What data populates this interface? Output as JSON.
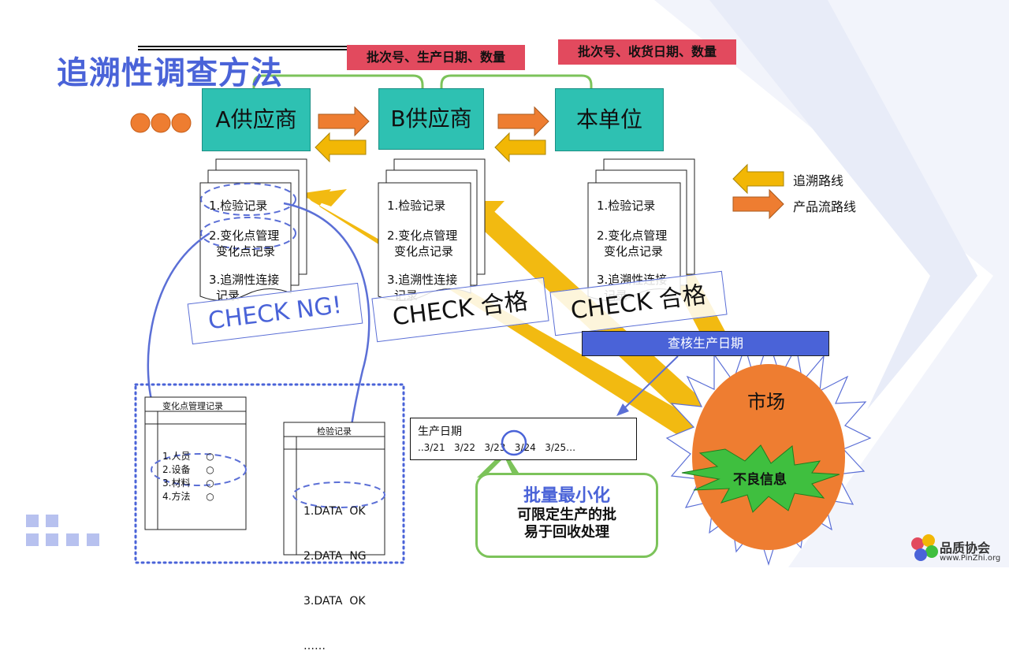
{
  "title": "追溯性调查方法",
  "labels": {
    "lot_info_1": "批次号、生产日期、数量",
    "lot_info_2": "批次号、收货日期、数量"
  },
  "entities": {
    "supplier_a": "A供应商",
    "supplier_b": "B供应商",
    "our_unit": "本单位"
  },
  "records": {
    "item1": "1.检验记录",
    "item2a": "2.变化点管理",
    "item2b": "变化点记录",
    "item3a": "3.追溯性连接",
    "item3b": "记录"
  },
  "checks": {
    "a": "CHECK NG!",
    "b": "CHECK 合格",
    "c": "CHECK 合格"
  },
  "legend": {
    "trace": "追溯路线",
    "flow": "产品流路线"
  },
  "check_date": "查核生产日期",
  "market": "市场",
  "defect": "不良信息",
  "production_date": {
    "label": "生产日期",
    "dates": "..3/21   3/22   3/23   3/24   3/25…"
  },
  "change_record": {
    "title": "变化点管理记录",
    "items": [
      "1.人员",
      "2.设备",
      "3.材料",
      "4.方法"
    ],
    "mark": "○"
  },
  "inspection_record": {
    "title": "检验记录",
    "items": [
      "1.DATA  OK",
      "2.DATA  NG",
      "3.DATA  OK",
      "……"
    ]
  },
  "callout": {
    "headline": "批量最小化",
    "line1": "可限定生产的批",
    "line2": "易于回收处理"
  },
  "logo": {
    "name": "品质协会",
    "url": "www.PinZhi.org"
  },
  "colors": {
    "title_blue": "#4a63d8",
    "teal": "#2ec1b2",
    "red_label": "#e24a5e",
    "orange": "#ee7d31",
    "yellow": "#f2b705",
    "green": "#7cc35a"
  }
}
